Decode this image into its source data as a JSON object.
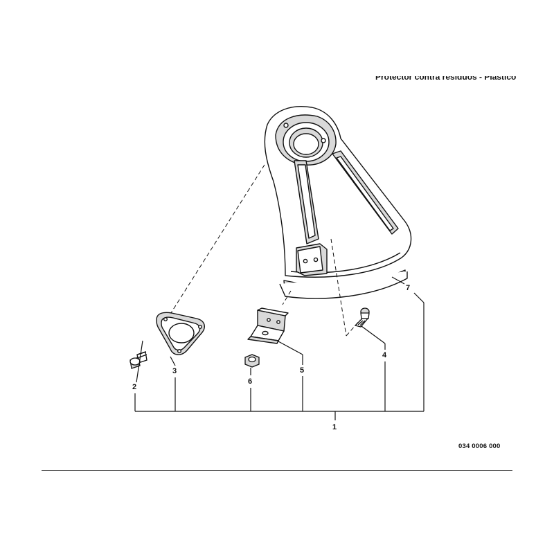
{
  "header": {
    "title": "Protector contra residuos - Plástico"
  },
  "drawing_code": "034 0006 000",
  "callouts": {
    "c1": "1",
    "c2": "2",
    "c3": "3",
    "c4": "4",
    "c5": "5",
    "c6": "6",
    "c7": "7"
  },
  "colors": {
    "line": "#111111",
    "fill": "#ffffff",
    "shade": "#d9d9d9"
  }
}
